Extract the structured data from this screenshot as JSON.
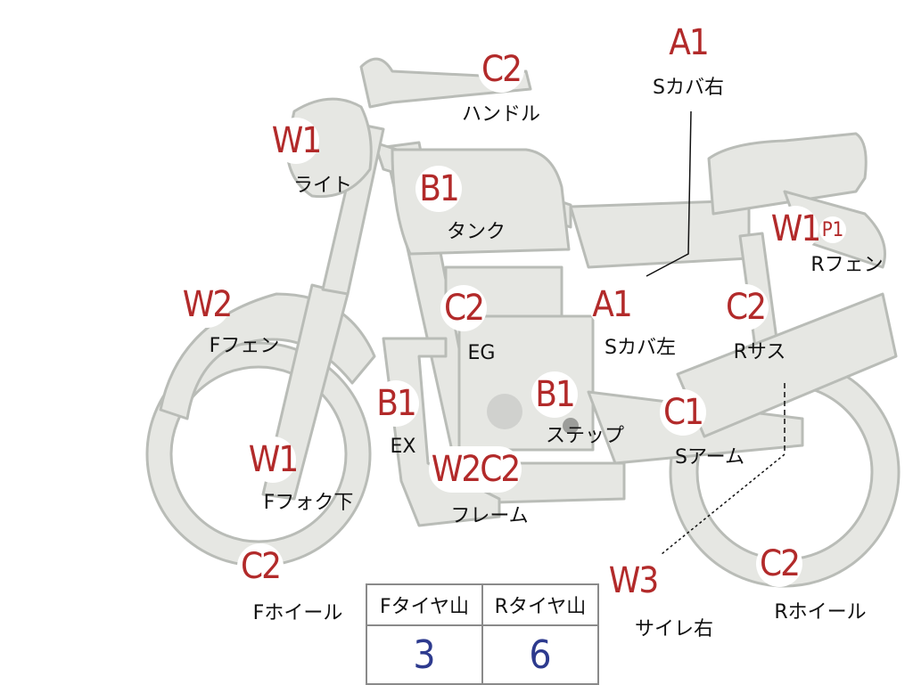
{
  "markers": [
    {
      "id": "a1-right",
      "code": "A1",
      "label": "Sカバ右"
    },
    {
      "id": "c2-handle",
      "code": "C2",
      "label": "ハンドル"
    },
    {
      "id": "w1-light",
      "code": "W1",
      "label": "ライト"
    },
    {
      "id": "b1-tank",
      "code": "B1",
      "label": "タンク"
    },
    {
      "id": "w1-rfender",
      "code": "W1",
      "label": "Rフェン"
    },
    {
      "id": "w2-ffender",
      "code": "W2",
      "label": "Fフェン"
    },
    {
      "id": "c2-engine",
      "code": "C2",
      "label": "EG"
    },
    {
      "id": "a1-left",
      "code": "A1",
      "label": "Sカバ左"
    },
    {
      "id": "c2-rsus",
      "code": "C2",
      "label": "Rサス"
    },
    {
      "id": "b1-exhaust",
      "code": "B1",
      "label": "EX"
    },
    {
      "id": "b1-step",
      "code": "B1",
      "label": "ステップ"
    },
    {
      "id": "c1-swingarm",
      "code": "C1",
      "label": "Sアーム"
    },
    {
      "id": "w1-fork",
      "code": "W1",
      "label": "Fフォク下"
    },
    {
      "id": "w2c2-frame",
      "code": "W2C2",
      "label": "フレーム"
    },
    {
      "id": "c2-fwheel",
      "code": "C2",
      "label": "Fホイール"
    },
    {
      "id": "w3-silencer",
      "code": "W3",
      "label": "サイレ右"
    },
    {
      "id": "c2-rwheel",
      "code": "C2",
      "label": "Rホイール"
    }
  ],
  "extra_badge": {
    "code": "P1"
  },
  "tyre_table": {
    "headers": [
      "Fタイヤ山",
      "Rタイヤ山"
    ],
    "values": [
      "3",
      "6"
    ]
  }
}
